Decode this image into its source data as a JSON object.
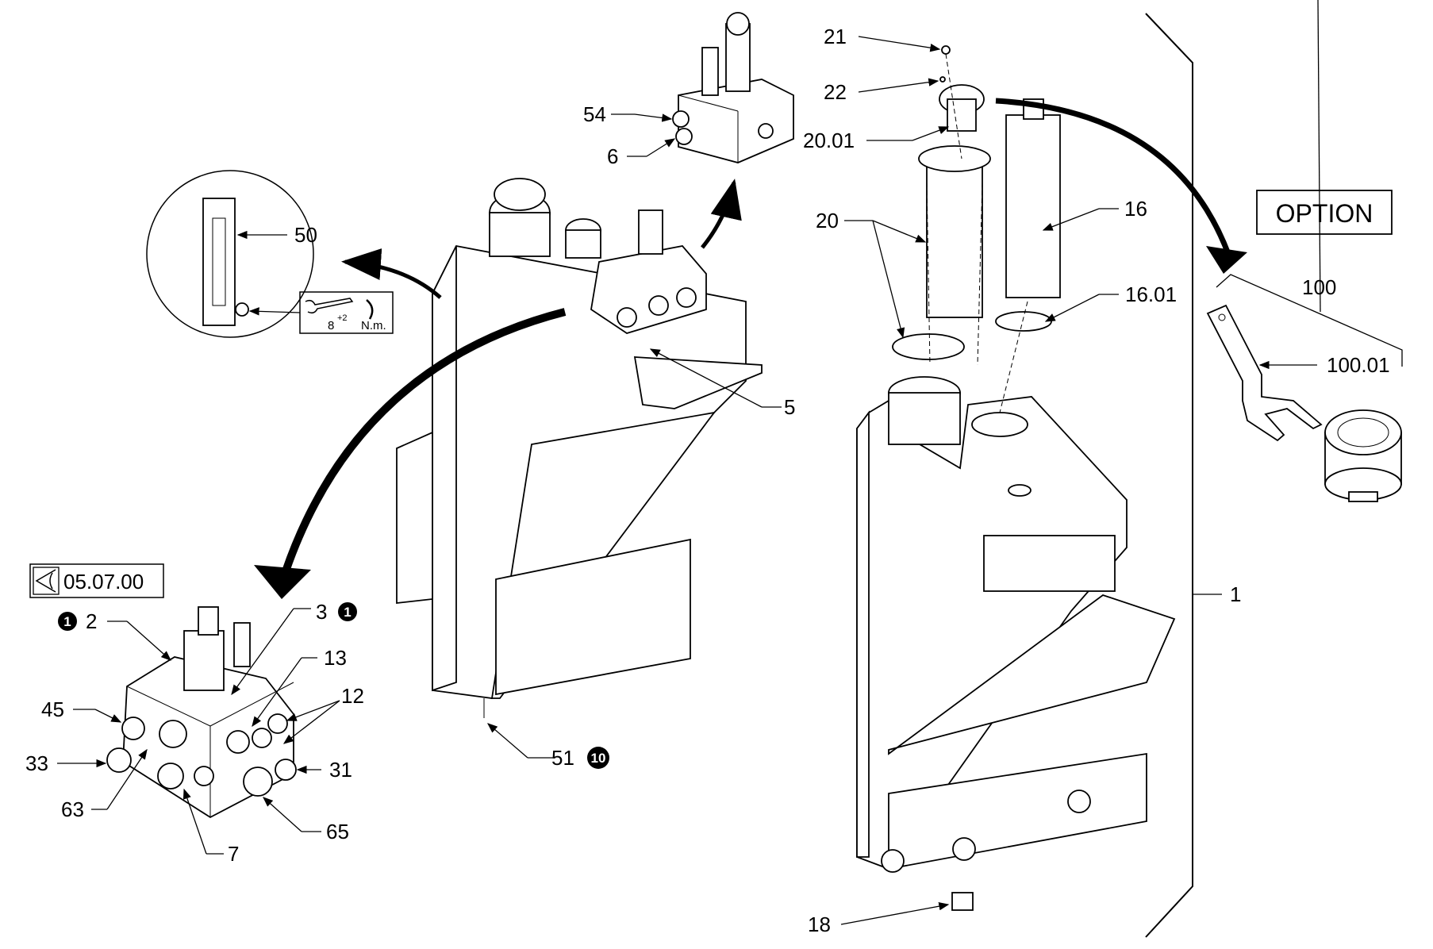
{
  "option_label": "OPTION",
  "view_reference": {
    "code": "05.07.00",
    "icon": "eye-view-icon"
  },
  "torque": {
    "value": "8",
    "tolerance": "+2",
    "unit": "N.m.",
    "icon": "wrench-icon"
  },
  "callouts": {
    "c1": "1",
    "c2": "2",
    "c3": "3",
    "c5": "5",
    "c6": "6",
    "c7": "7",
    "c12": "12",
    "c13": "13",
    "c16": "16",
    "c1601": "16.01",
    "c18": "18",
    "c20": "20",
    "c2001": "20.01",
    "c21": "21",
    "c22": "22",
    "c31": "31",
    "c33": "33",
    "c45": "45",
    "c50": "50",
    "c51": "51",
    "c54": "54",
    "c63": "63",
    "c65": "65",
    "c100": "100",
    "c10001": "100.01"
  },
  "notes": {
    "n2": "1",
    "n3": "1",
    "n51": "10"
  }
}
